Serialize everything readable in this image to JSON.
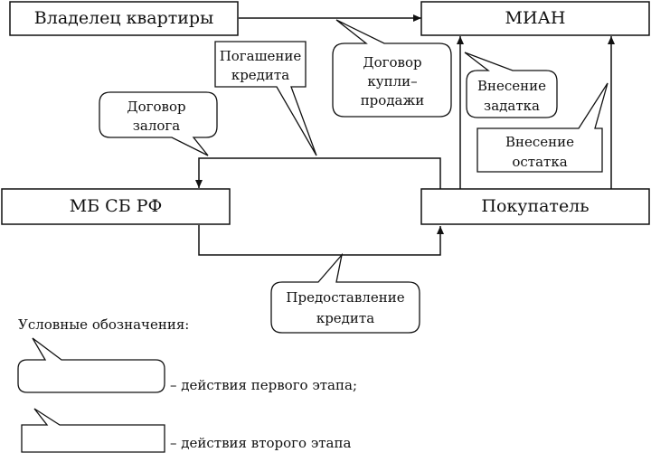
{
  "nodes": {
    "owner": "Владелец квартиры",
    "mian": "МИАН",
    "bank": "МБ СБ РФ",
    "buyer": "Покупатель"
  },
  "callouts": {
    "loan_repayment": [
      "Погашение",
      "кредита"
    ],
    "sale_contract": [
      "Договор",
      "купли–",
      "продажи"
    ],
    "pledge_contract": [
      "Договор",
      "залога"
    ],
    "deposit": [
      "Внесение",
      "задатка"
    ],
    "remainder": [
      "Внесение",
      "остатка"
    ],
    "credit_provision": [
      "Предоставление",
      "кредита"
    ]
  },
  "legend": {
    "title": "Условные обозначения:",
    "first_stage": "– действия первого этапа;",
    "second_stage": "– действия второго этапа"
  }
}
